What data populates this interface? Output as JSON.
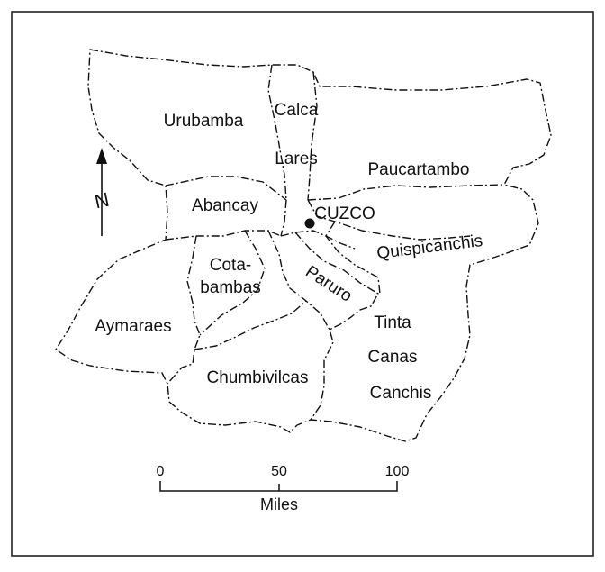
{
  "map": {
    "regions": [
      {
        "id": "urubamba",
        "label": "Urubamba"
      },
      {
        "id": "calca",
        "label": "Calca"
      },
      {
        "id": "lares",
        "label": "Lares"
      },
      {
        "id": "paucartambo",
        "label": "Paucartambo"
      },
      {
        "id": "abancay",
        "label": "Abancay"
      },
      {
        "id": "cuzco",
        "label": "CUZCO"
      },
      {
        "id": "quispicanchis",
        "label": "Quispicanchis"
      },
      {
        "id": "cotabambas",
        "label_line1": "Cota-",
        "label_line2": "bambas"
      },
      {
        "id": "paruro",
        "label": "Paruro"
      },
      {
        "id": "aymaraes",
        "label": "Aymaraes"
      },
      {
        "id": "tinta",
        "label": "Tinta"
      },
      {
        "id": "canas",
        "label": "Canas"
      },
      {
        "id": "canchis",
        "label": "Canchis"
      },
      {
        "id": "chumbivilcas",
        "label": "Chumbivilcas"
      }
    ],
    "north_arrow": {
      "label": "N"
    },
    "scale_bar": {
      "ticks": [
        "0",
        "50",
        "100"
      ],
      "unit_label": "Miles"
    },
    "colors": {
      "ink": "#111111",
      "background": "#ffffff"
    }
  }
}
